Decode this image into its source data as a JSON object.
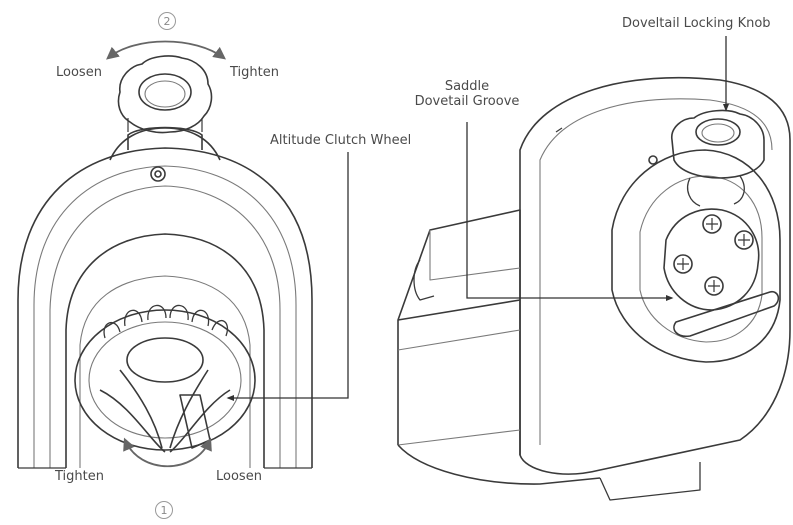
{
  "labels": {
    "loosen_top": "Loosen",
    "tighten_top": "Tighten",
    "step_top": "2",
    "altitude_clutch_wheel": "Altitude Clutch Wheel",
    "tighten_bottom": "Tighten",
    "loosen_bottom": "Loosen",
    "step_bottom": "1",
    "saddle_line1": "Saddle",
    "saddle_line2": "Dovetail Groove",
    "dovetail_locking_knob": "Doveltail Locking Knob"
  },
  "colors": {
    "stroke": "#3a3a3a",
    "light_stroke": "#7a7a7a",
    "arrow": "#666666",
    "text": "#4a4a4a"
  },
  "icons": {
    "top_rotation_arrow": "curved-double-arrow-icon",
    "bottom_rotation_arrow": "curved-double-arrow-icon"
  }
}
